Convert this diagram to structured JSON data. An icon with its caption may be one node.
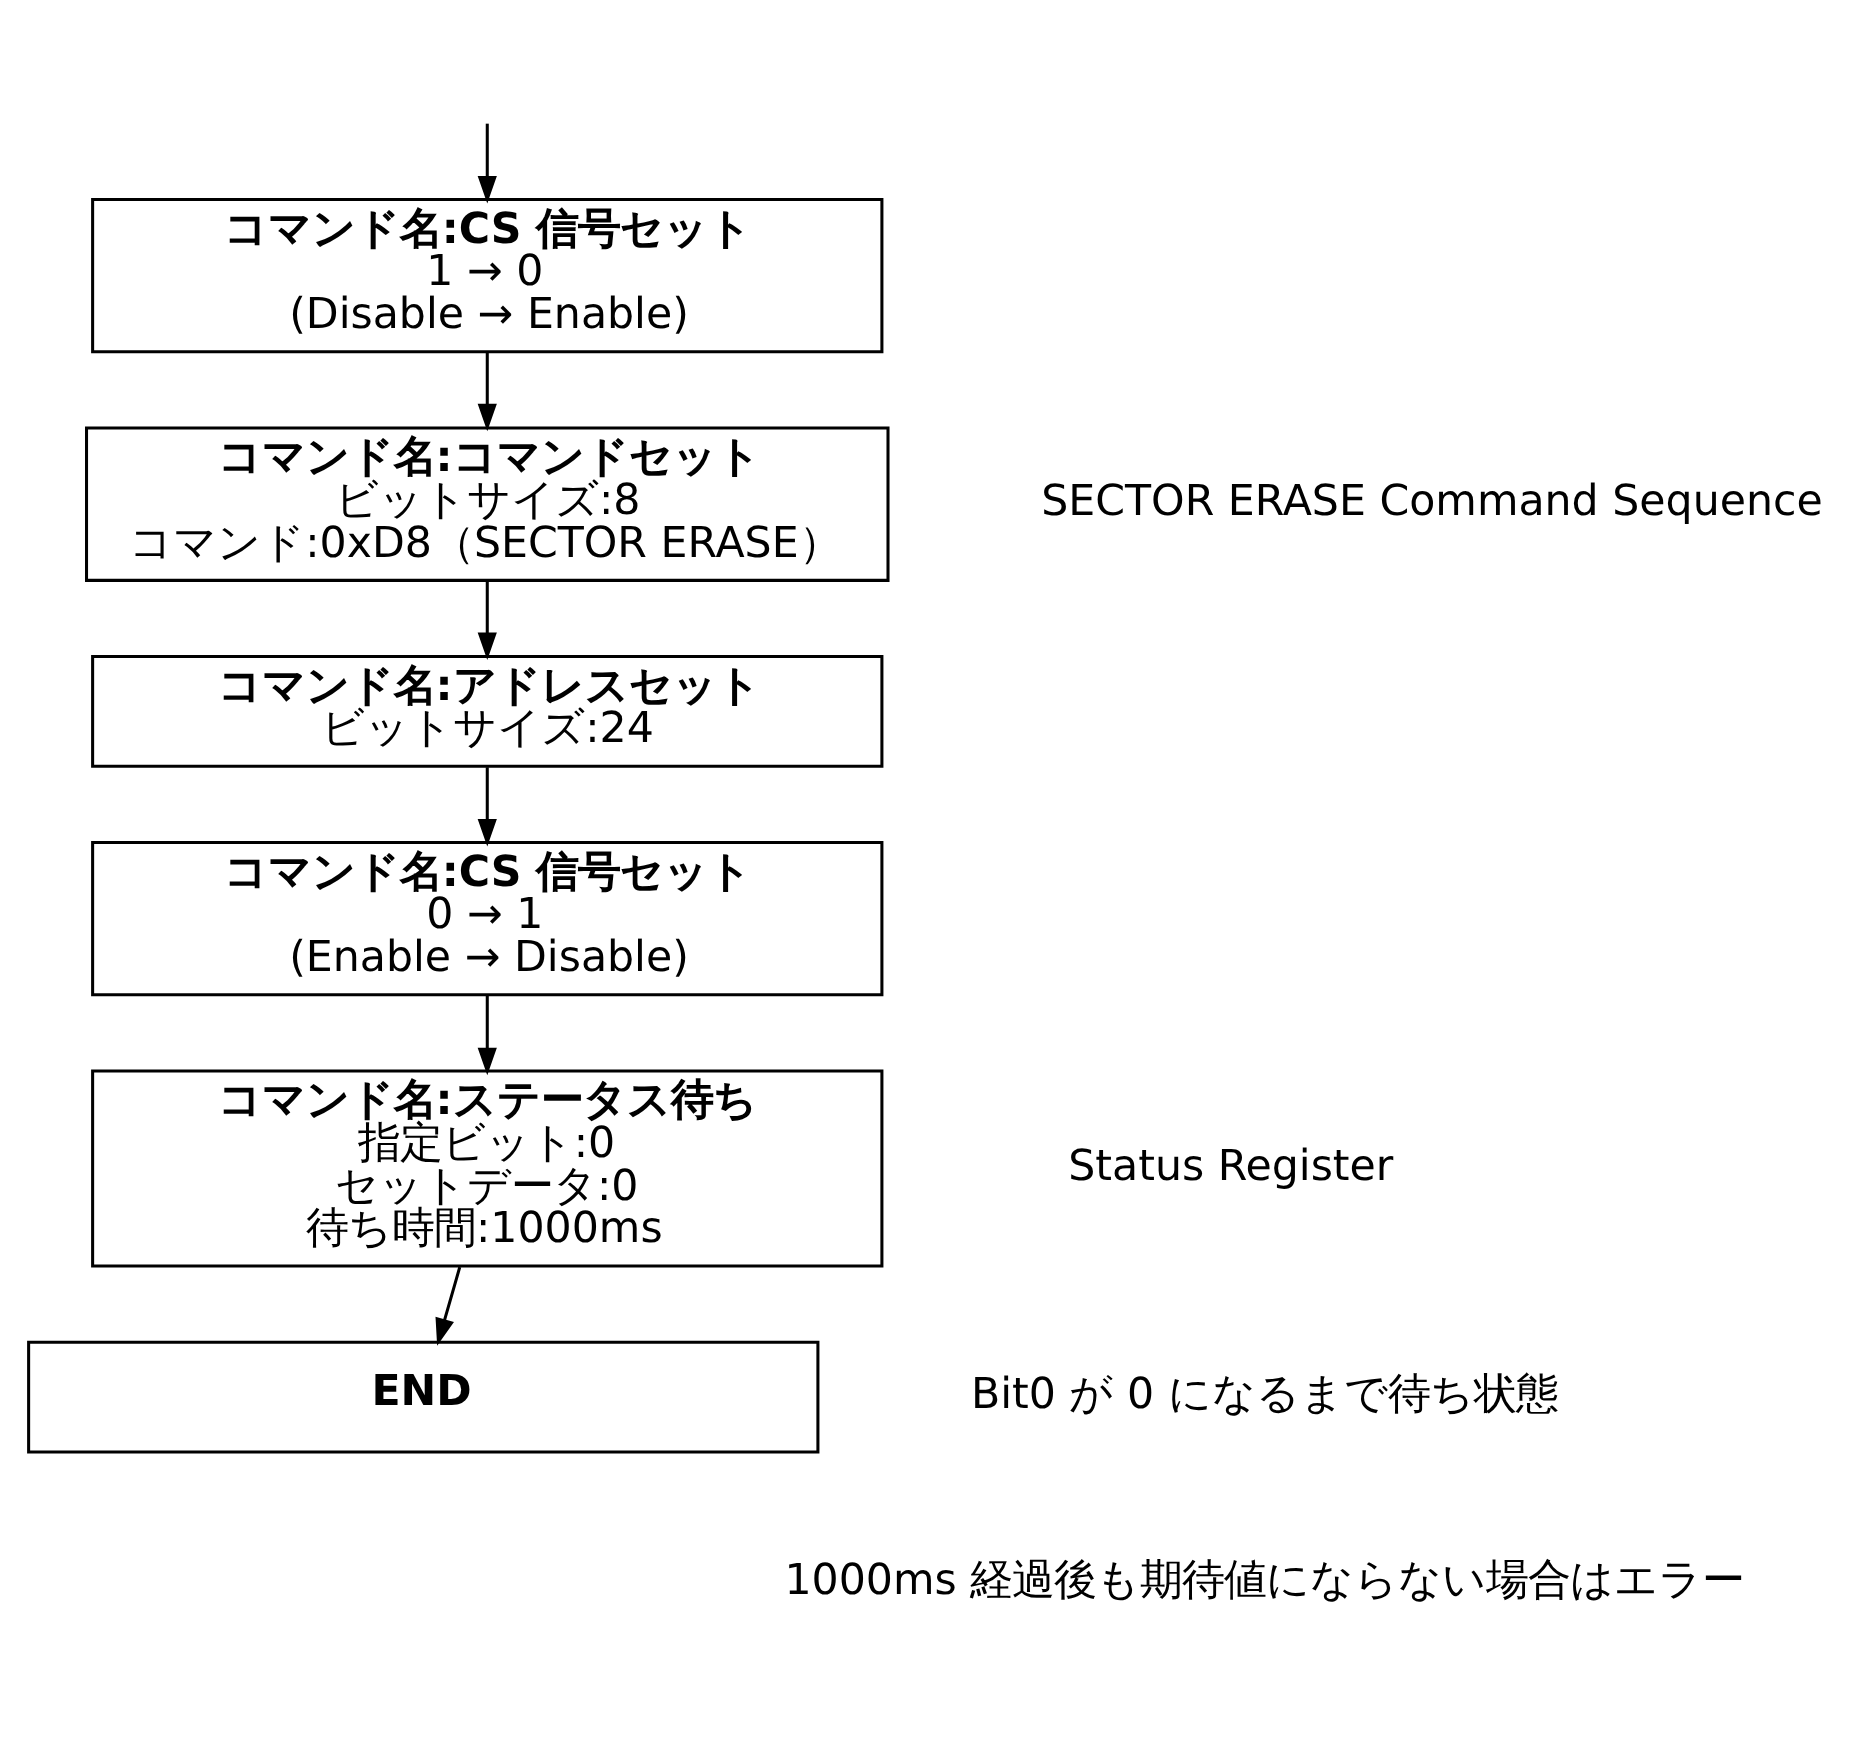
{
  "diagram": {
    "nodes": [
      {
        "text": [
          "コマンド名:CS 信号セット",
          "1 → 0",
          "(Disable → Enable)"
        ]
      },
      {
        "text": [
          "コマンド名:コマンドセット",
          "ビットサイズ:8",
          "コマンド:0xD8（SECTOR ERASE）"
        ]
      },
      {
        "text": [
          "コマンド名:アドレスセット",
          "ビットサイズ:24"
        ]
      },
      {
        "text": [
          "コマンド名:CS 信号セット",
          "0 → 1",
          "(Enable → Disable)"
        ]
      },
      {
        "text": [
          "コマンド名:ステータス待ち",
          "指定ビット:0",
          "セットデータ:0",
          "待ち時間:1000ms"
        ]
      },
      {
        "text": [
          "END"
        ]
      }
    ],
    "edges": [
      {
        "from": null,
        "to": 0,
        "arrow": "to"
      },
      {
        "from": 0,
        "to": 1,
        "arrow": "to"
      },
      {
        "from": 1,
        "to": 2,
        "arrow": "to"
      },
      {
        "from": 2,
        "to": 3,
        "arrow": "to"
      },
      {
        "from": 3,
        "to": 4,
        "arrow": "to"
      },
      {
        "from": 4,
        "to": 5,
        "arrow": "to"
      }
    ],
    "labels": [
      "SECTOR ERASE Command Sequence",
      "Status Register",
      "Bit0 が 0 になるまで待ち状態",
      "1000ms 経過後も期待値にならない場合はエラー"
    ]
  }
}
